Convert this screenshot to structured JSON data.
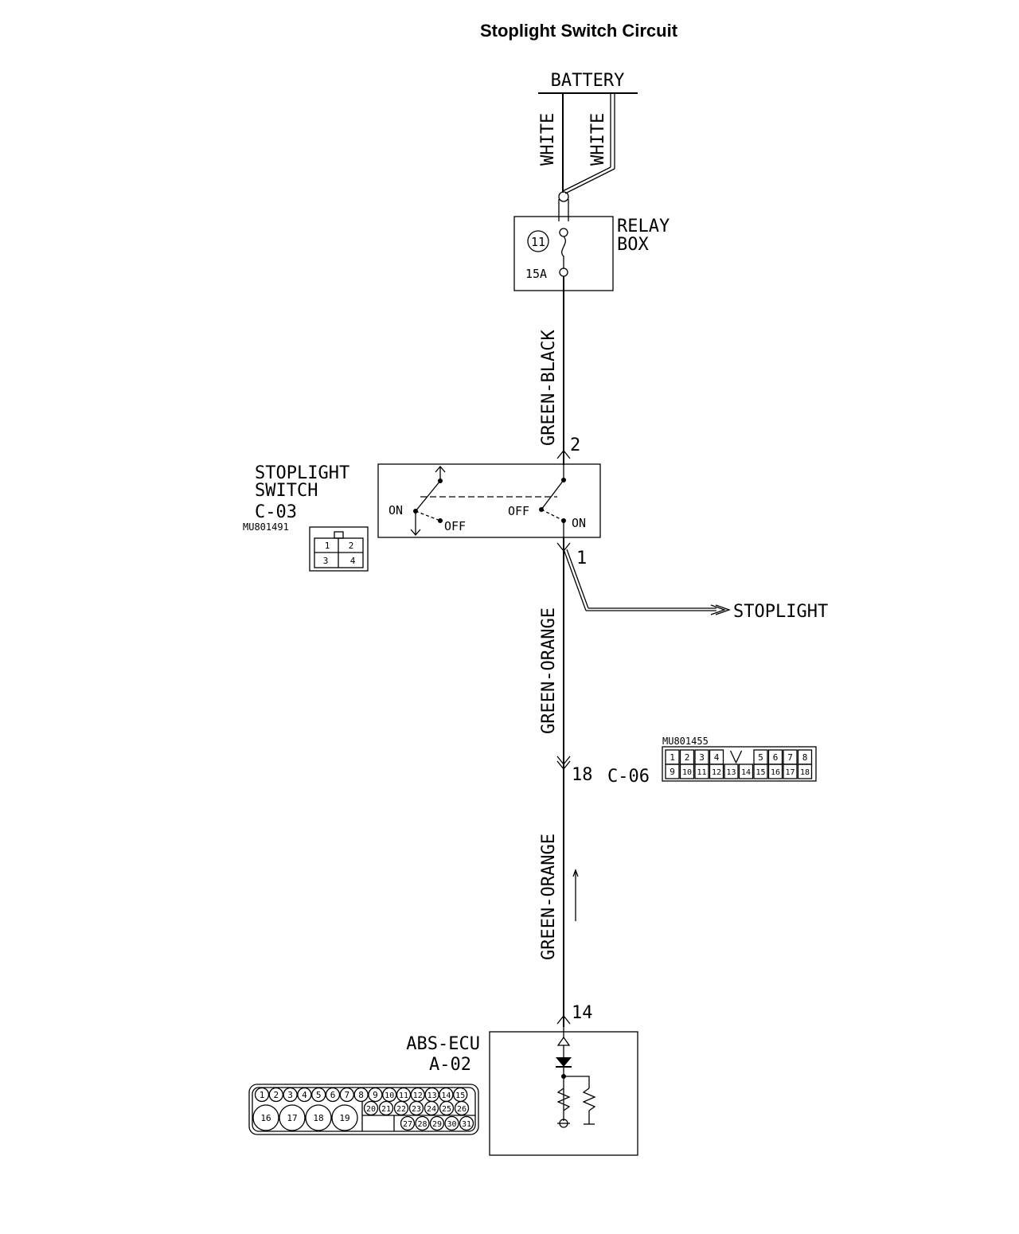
{
  "title": "Stoplight Switch Circuit",
  "battery": {
    "label": "BATTERY"
  },
  "wires": {
    "white_left": "WHITE",
    "white_right": "WHITE",
    "green_black": "GREEN-BLACK",
    "green_orange_upper": "GREEN-ORANGE",
    "green_orange_lower": "GREEN-ORANGE"
  },
  "relay_box": {
    "label_line1": "RELAY",
    "label_line2": "BOX",
    "fuse_number": "11",
    "fuse_rating": "15A"
  },
  "stoplight_switch": {
    "label_line1": "STOPLIGHT",
    "label_line2": "SWITCH",
    "connector": "C-03",
    "part_number": "MU801491",
    "pin_top": "2",
    "pin_bottom": "1",
    "left_on": "ON",
    "left_off": "OFF",
    "right_off": "OFF",
    "right_on": "ON",
    "pins": [
      "1",
      "2",
      "3",
      "4"
    ]
  },
  "stoplight_output": {
    "label": "STOPLIGHT"
  },
  "junction_connector": {
    "pin": "18",
    "connector": "C-06",
    "part_number": "MU801455",
    "row1": [
      "1",
      "2",
      "3",
      "4",
      "",
      "5",
      "6",
      "7",
      "8"
    ],
    "row2": [
      "9",
      "10",
      "11",
      "12",
      "13",
      "14",
      "15",
      "16",
      "17",
      "18"
    ]
  },
  "abs_ecu": {
    "label_line1": "ABS-ECU",
    "label_line2": "A-02",
    "pin": "14",
    "row1": [
      "1",
      "2",
      "3",
      "4",
      "5",
      "6",
      "7",
      "8",
      "9",
      "10",
      "11",
      "12",
      "13",
      "14",
      "15"
    ],
    "row2_big": [
      "16",
      "17",
      "18",
      "19"
    ],
    "row2_small": [
      "20",
      "21",
      "22",
      "23",
      "24",
      "25",
      "26"
    ],
    "row3_small": [
      "27",
      "28",
      "29",
      "30",
      "31"
    ]
  }
}
